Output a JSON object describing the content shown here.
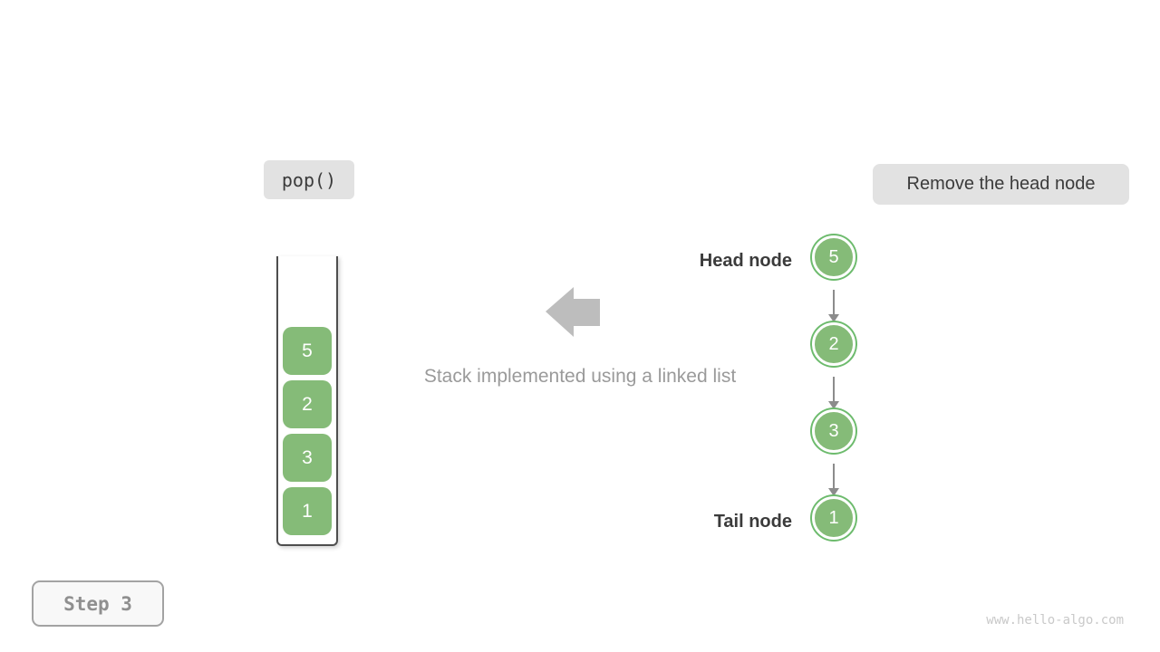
{
  "operation_label": "pop()",
  "action_label": "Remove the head node",
  "caption": "Stack implemented using a linked list",
  "step_label": "Step 3",
  "watermark": "www.hello-algo.com",
  "stack": {
    "items_top_to_bottom": [
      "5",
      "2",
      "3",
      "1"
    ]
  },
  "linked_list": {
    "head_label": "Head node",
    "tail_label": "Tail node",
    "nodes_head_to_tail": [
      "5",
      "2",
      "3",
      "1"
    ]
  },
  "colors": {
    "node_green": "#85bb78",
    "node_ring_green": "#6dbb6d",
    "connector_gray": "#8c8c8c",
    "big_arrow_gray": "#bdbdbd",
    "badge_bg": "#e2e2e2",
    "dark_text": "#3b3b3b",
    "caption_gray": "#9a9a9a",
    "step_gray": "#8f8f8f",
    "watermark_gray": "#c9c9c9",
    "container_border": "#4e4e4e"
  }
}
